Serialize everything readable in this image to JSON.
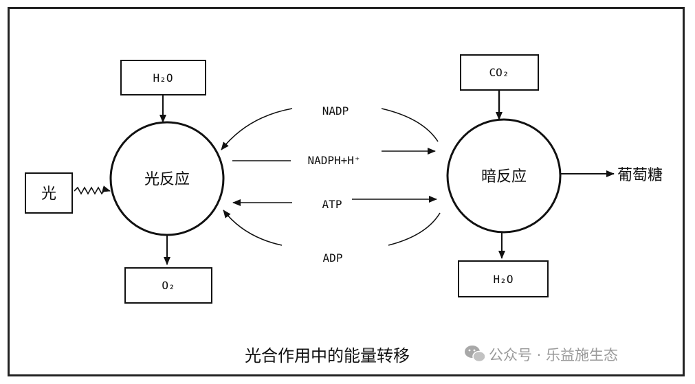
{
  "left": {
    "input_top": "H₂O",
    "input_left": "光",
    "reaction": "光反应",
    "output_bottom": "O₂"
  },
  "right": {
    "input_top": "CO₂",
    "reaction": "暗反应",
    "output_bottom": "H₂O",
    "output_right": "葡萄糖"
  },
  "exchange": {
    "nadp": "NADP",
    "nadph": "NADPH+H⁺",
    "atp": "ATP",
    "adp": "ADP"
  },
  "caption": "光合作用中的能量转移",
  "watermark": {
    "icon": "wechat-icon",
    "text": "公众号 · 乐益施生态"
  }
}
